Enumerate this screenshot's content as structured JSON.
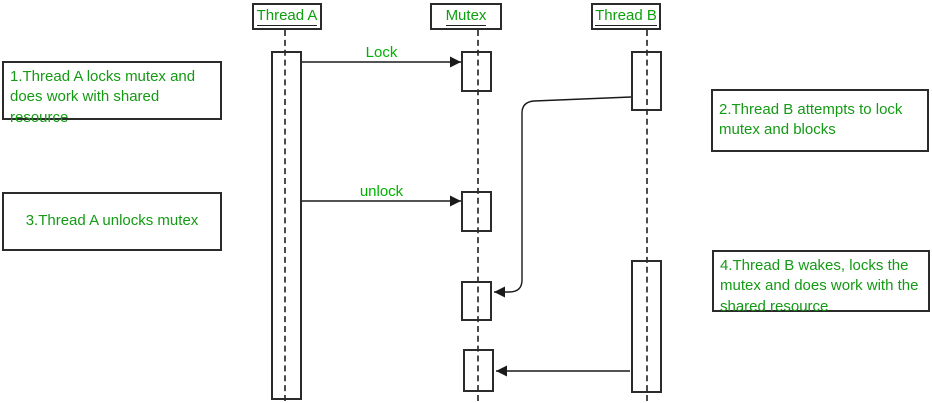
{
  "diagram": {
    "title": "mutex-sequence-diagram",
    "actors": [
      {
        "label": "Thread A"
      },
      {
        "label": "Mutex"
      },
      {
        "label": "Thread B"
      }
    ],
    "messages": [
      {
        "label": "Lock",
        "from": "Thread A",
        "to": "Mutex"
      },
      {
        "label": "unlock",
        "from": "Thread A",
        "to": "Mutex"
      },
      {
        "label": "",
        "from": "Thread B",
        "to": "Mutex"
      },
      {
        "label": "",
        "from": "Thread B",
        "to": "Mutex"
      }
    ],
    "notes": [
      {
        "text": "1.Thread A locks mutex and\ndoes work with shared resource"
      },
      {
        "text": "2.Thread B attempts to lock\nmutex and blocks"
      },
      {
        "text": "3.Thread A unlocks mutex"
      },
      {
        "text": "4.Thread B wakes, locks the\nmutex and does work with the\nshared resource"
      }
    ],
    "colors": {
      "note_text_green": "#149a14",
      "header_text_green": "#0d9f0d",
      "message_label_green": "#00b200",
      "line_color": "#1a1a1a",
      "background": "#ffffff"
    }
  }
}
